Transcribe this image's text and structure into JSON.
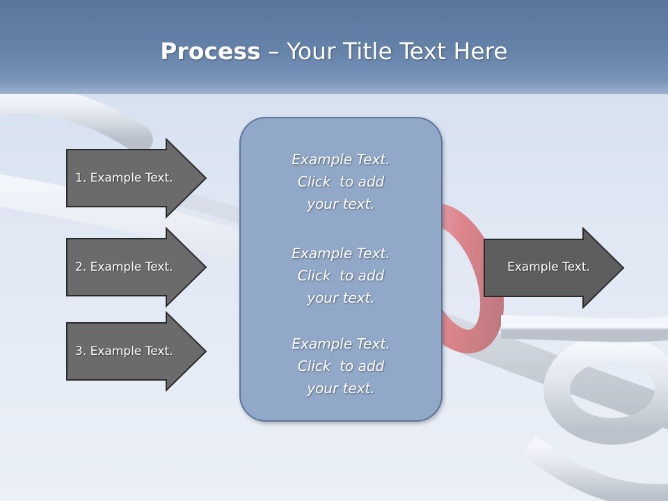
{
  "title": {
    "bold": "Process",
    "rest": " – Your Title Text Here"
  },
  "inputs": [
    {
      "label": "1. Example Text."
    },
    {
      "label": "2. Example Text."
    },
    {
      "label": "3. Example Text."
    }
  ],
  "center_blocks": [
    {
      "lines": [
        "Example Text.",
        "Click  to add",
        "your text."
      ]
    },
    {
      "lines": [
        "Example Text.",
        "Click  to add",
        "your text."
      ]
    },
    {
      "lines": [
        "Example Text.",
        "Click  to add",
        "your text."
      ]
    }
  ],
  "output": {
    "label": "Example Text."
  },
  "colors": {
    "arrow_fill": "#6b6b6b",
    "arrow_stroke": "#2a2a2a",
    "box_fill": "#91a8c8",
    "box_stroke": "#5c7598",
    "title_band": "#6683aa"
  }
}
